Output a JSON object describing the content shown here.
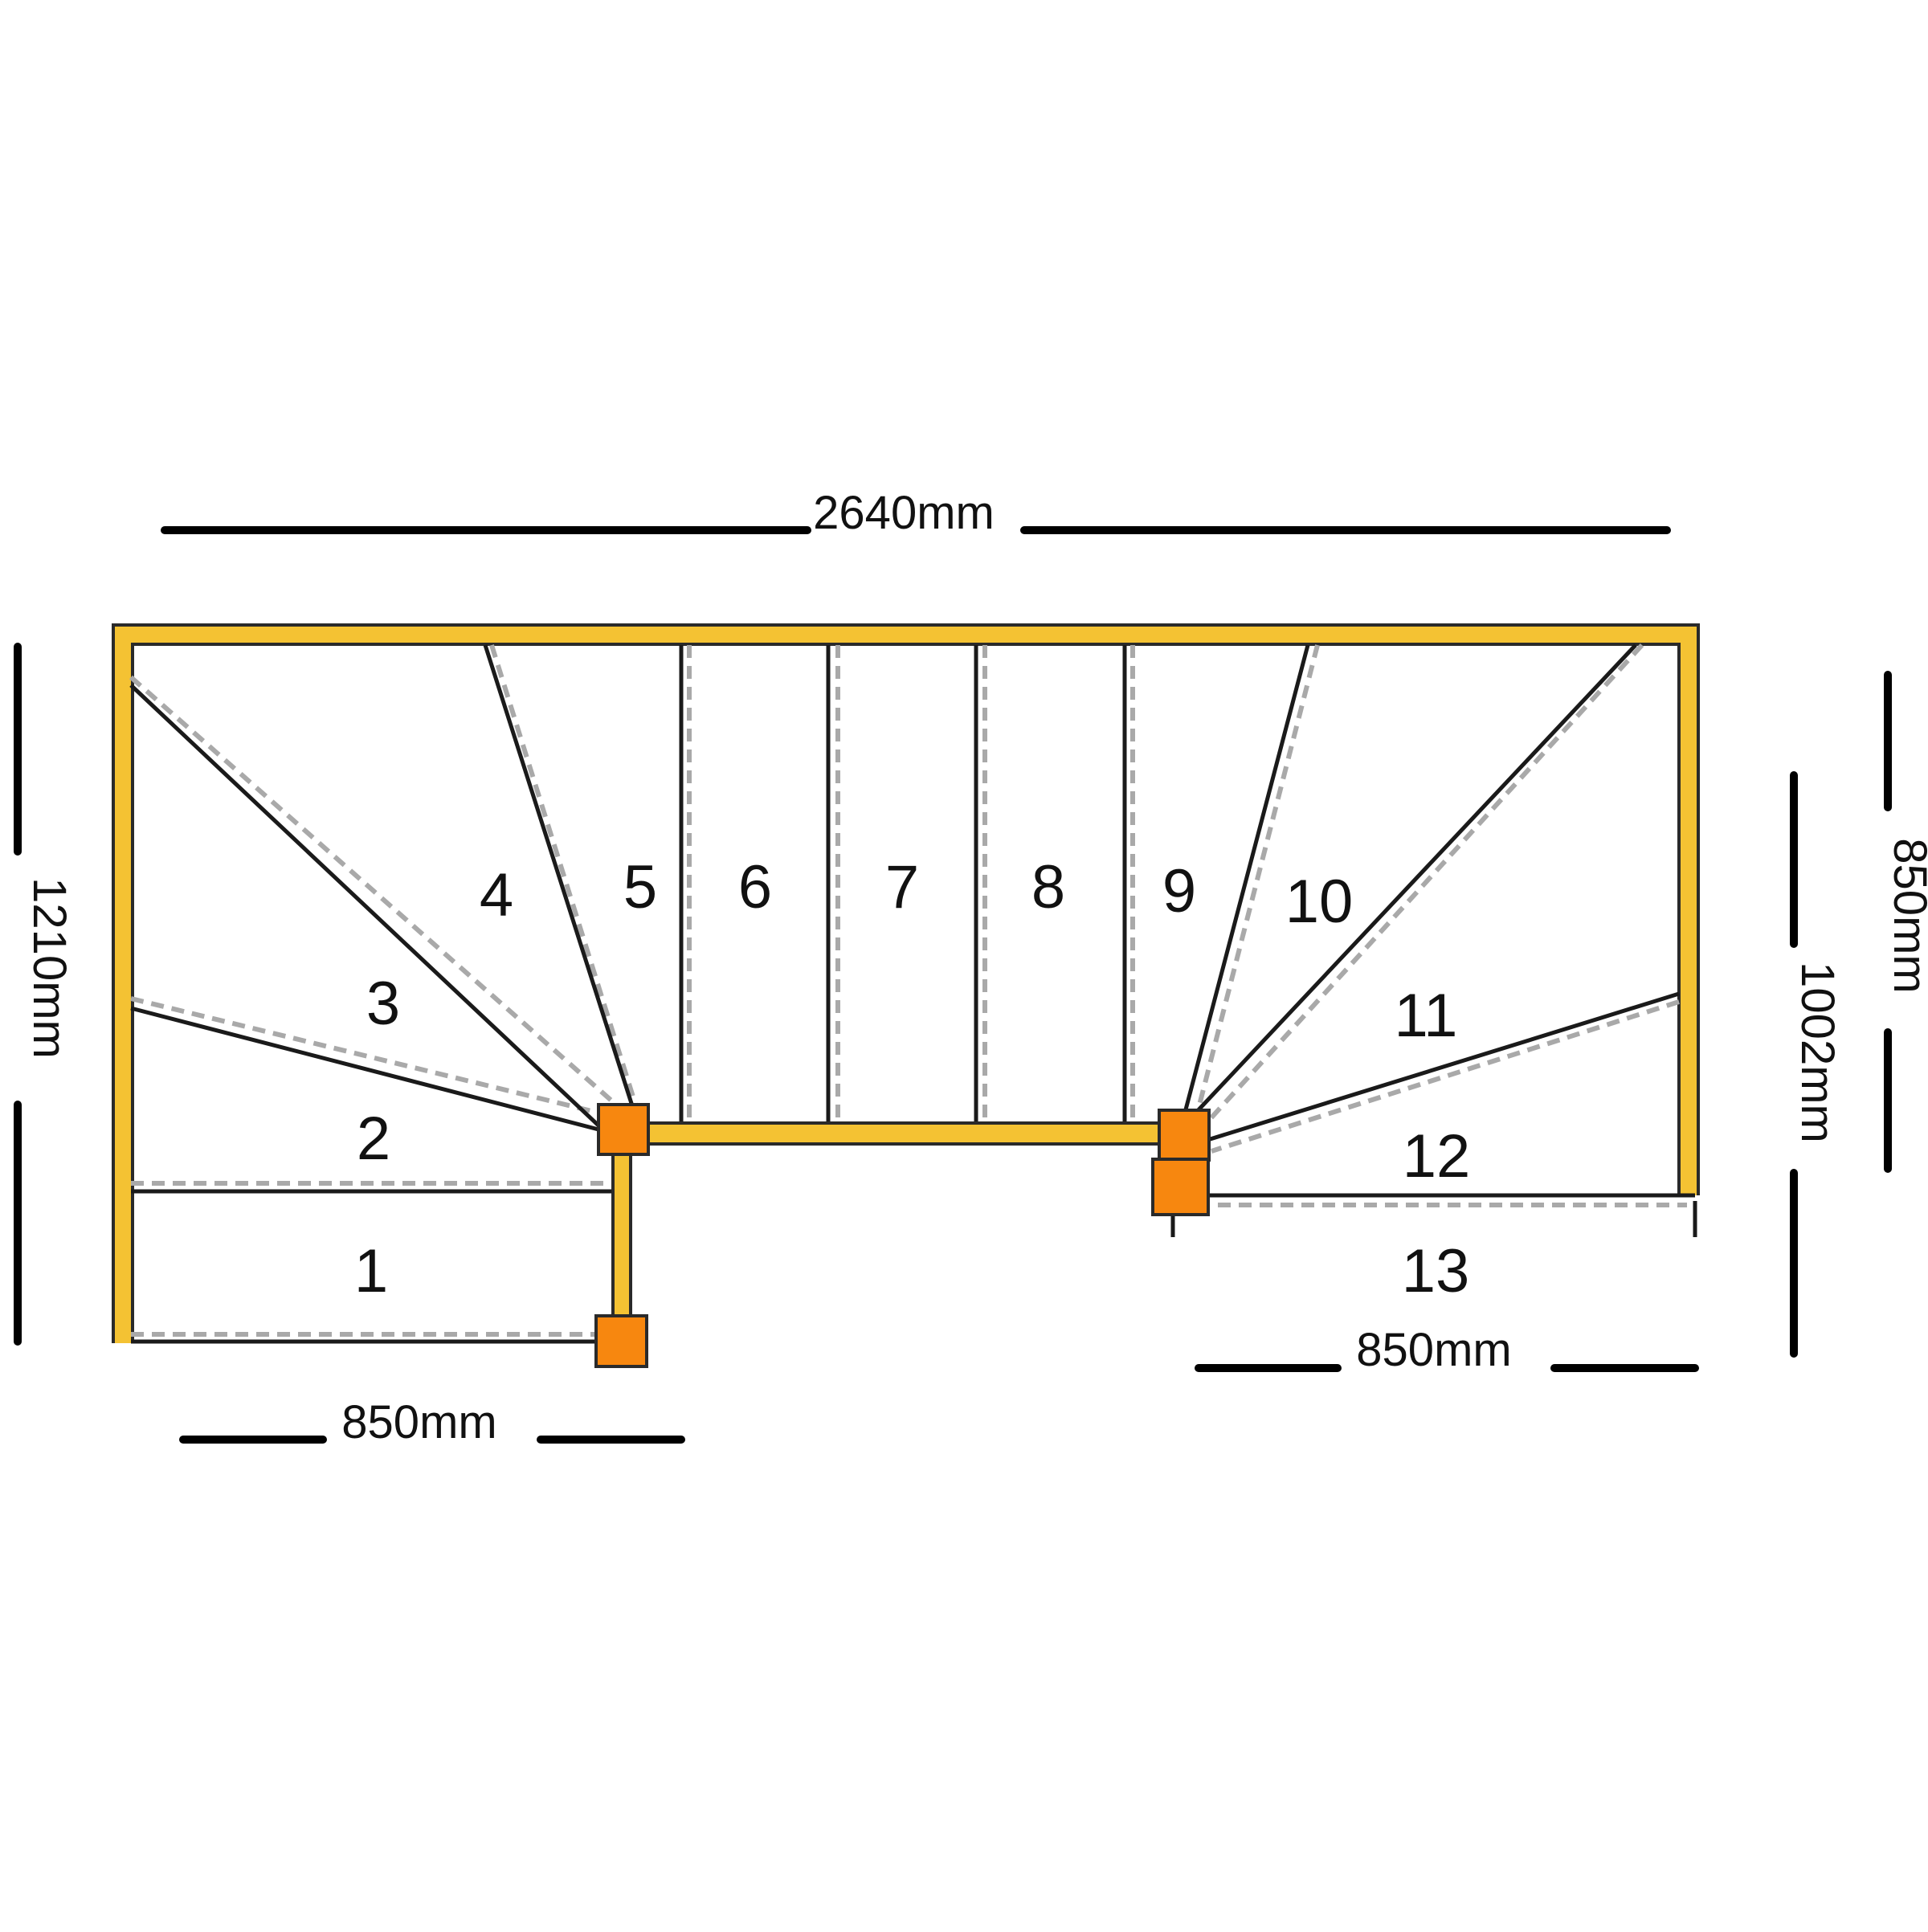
{
  "colors": {
    "frame": "#F4C233",
    "frame_outline": "#2a2a2a",
    "post": "#F7870F",
    "line": "#1a1a1a",
    "dashed": "#a9a9a9"
  },
  "dimensions": {
    "top_width": "2640mm",
    "left_height": "1210mm",
    "right_inner_height": "1002mm",
    "right_outer_height": "850mm",
    "bottom_left_width": "850mm",
    "bottom_right_width": "850mm"
  },
  "steps": [
    "1",
    "2",
    "3",
    "4",
    "5",
    "6",
    "7",
    "8",
    "9",
    "10",
    "11",
    "12",
    "13"
  ]
}
